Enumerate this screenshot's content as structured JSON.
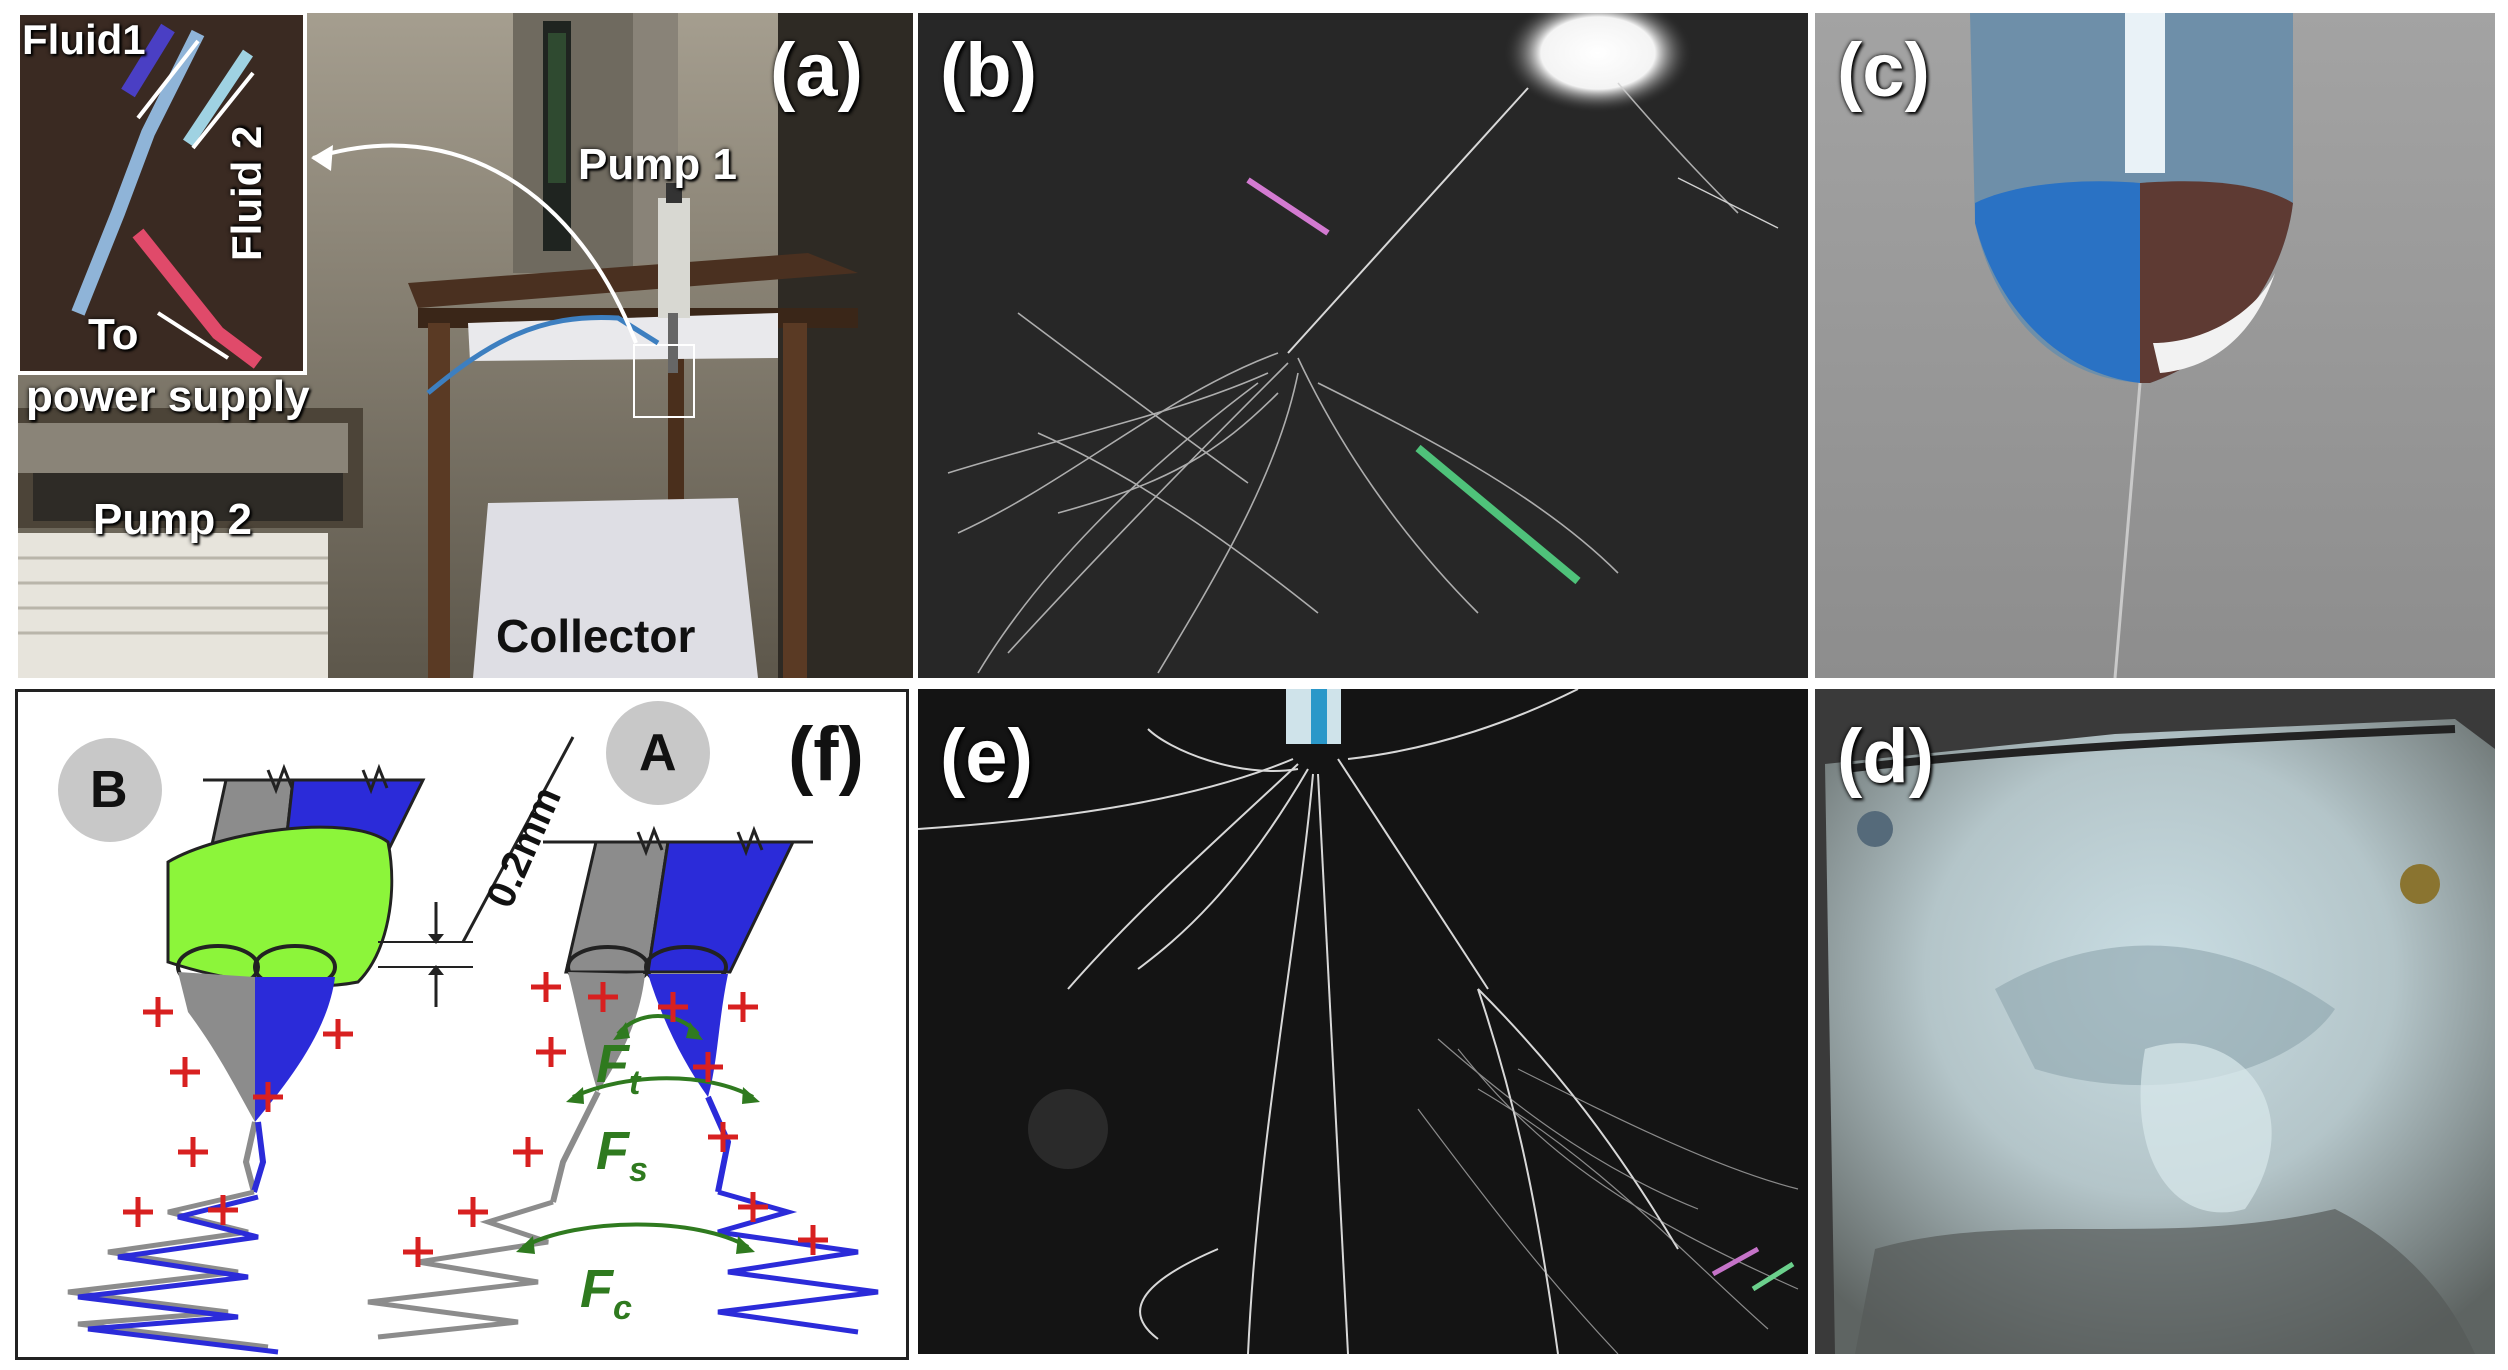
{
  "panels": {
    "a": {
      "label": "(a)",
      "annotations": {
        "fluid1": "Fluid1",
        "fluid2": "Fluid 2",
        "to": "To",
        "power_supply": "power supply",
        "pump1": "Pump 1",
        "pump2": "Pump 2",
        "collector": "Collector"
      }
    },
    "b": {
      "label": "(b)"
    },
    "c": {
      "label": "(c)"
    },
    "d": {
      "label": "(d)"
    },
    "e": {
      "label": "(e)"
    },
    "f": {
      "label": "(f)",
      "circle_b": "B",
      "circle_a": "A",
      "dimension": "0.2mm",
      "forces": {
        "ft": "F",
        "ft_sub": "t",
        "fs": "F",
        "fs_sub": "s",
        "fc": "F",
        "fc_sub": "c"
      }
    }
  },
  "colors": {
    "needle_gray": "#8c8c8c",
    "needle_blue": "#2b2bd9",
    "sheath_green": "#8cf53a",
    "charge_red": "#d82020",
    "force_green": "#2f7a1f"
  }
}
